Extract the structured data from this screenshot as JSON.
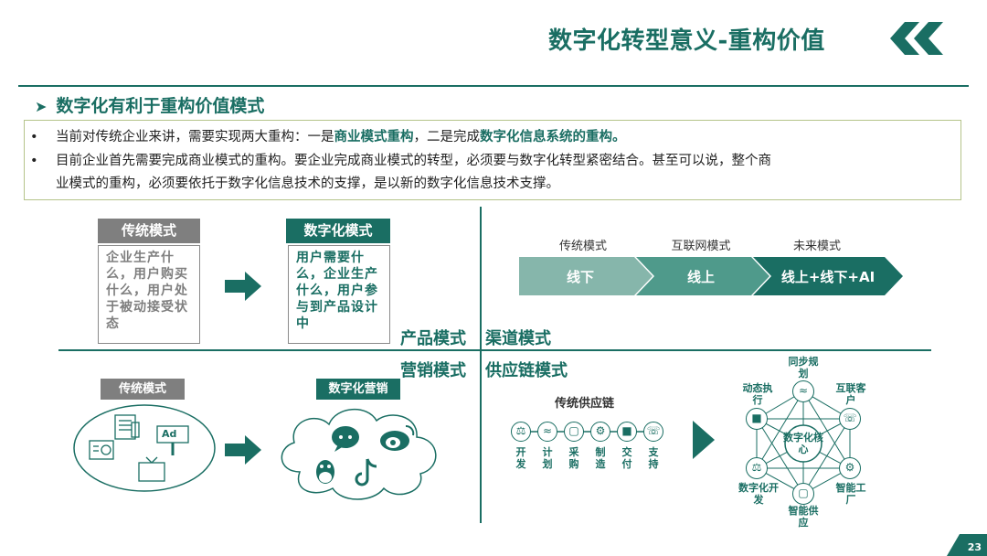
{
  "header": {
    "title": "数字化转型意义-重构价值"
  },
  "section": {
    "title": "数字化有利于重构价值模式"
  },
  "bullets": [
    {
      "pre": "当前对传统企业来讲，需要实现两大重构：一是",
      "hl1": "商业模式重构",
      "mid": "，二是完成",
      "hl2": "数字化信息系统的重构。"
    },
    {
      "line1": "目前企业首先需要完成商业模式的重构。要企业完成商业模式的转型，必须要与数字化转型紧密结合。甚至可以说，整个商",
      "line2": "业模式的重构，必须要依托于数字化信息技术的支撑，是以新的数字化信息技术支撑。"
    }
  ],
  "product": {
    "label": "产品模式",
    "traditional_title": "传统模式",
    "traditional_text": "企业生产什么，用户购买什么，用户处于被动接受状态",
    "digital_title": "数字化模式",
    "digital_text": "用户需要什么，企业生产什么，用户参与到产品设计中"
  },
  "channel": {
    "label": "渠道模式",
    "stages": [
      {
        "caption": "传统模式",
        "text": "线下"
      },
      {
        "caption": "互联网模式",
        "text": "线上"
      },
      {
        "caption": "未来模式",
        "text": "线上+线下+AI"
      }
    ]
  },
  "marketing": {
    "label": "营销模式",
    "traditional_title": "传统模式",
    "digital_title": "数字化营销",
    "ad_text": "Ad"
  },
  "supply": {
    "label": "供应链模式",
    "traditional_title": "传统供应链",
    "steps": [
      {
        "label": "开发",
        "icon": "flask-icon"
      },
      {
        "label": "计划",
        "icon": "wave-icon"
      },
      {
        "label": "采购",
        "icon": "box-icon"
      },
      {
        "label": "制造",
        "icon": "gear-icon"
      },
      {
        "label": "交付",
        "icon": "truck-icon"
      },
      {
        "label": "支持",
        "icon": "headset-icon"
      }
    ],
    "hub_center": "数字化核心",
    "hub_nodes": [
      {
        "label": "同步规划",
        "icon": "wave-icon"
      },
      {
        "label": "互联客户",
        "icon": "headset-icon"
      },
      {
        "label": "智能工厂",
        "icon": "gear-icon"
      },
      {
        "label": "智能供应",
        "icon": "box-icon"
      },
      {
        "label": "数字化开发",
        "icon": "flask-icon"
      },
      {
        "label": "动态执行",
        "icon": "truck-icon"
      }
    ]
  },
  "footer": {
    "page_number": "23"
  },
  "colors": {
    "brand_green": "#1a6e63",
    "light_green": "#6aa89a",
    "gray": "#7f7f7f"
  }
}
